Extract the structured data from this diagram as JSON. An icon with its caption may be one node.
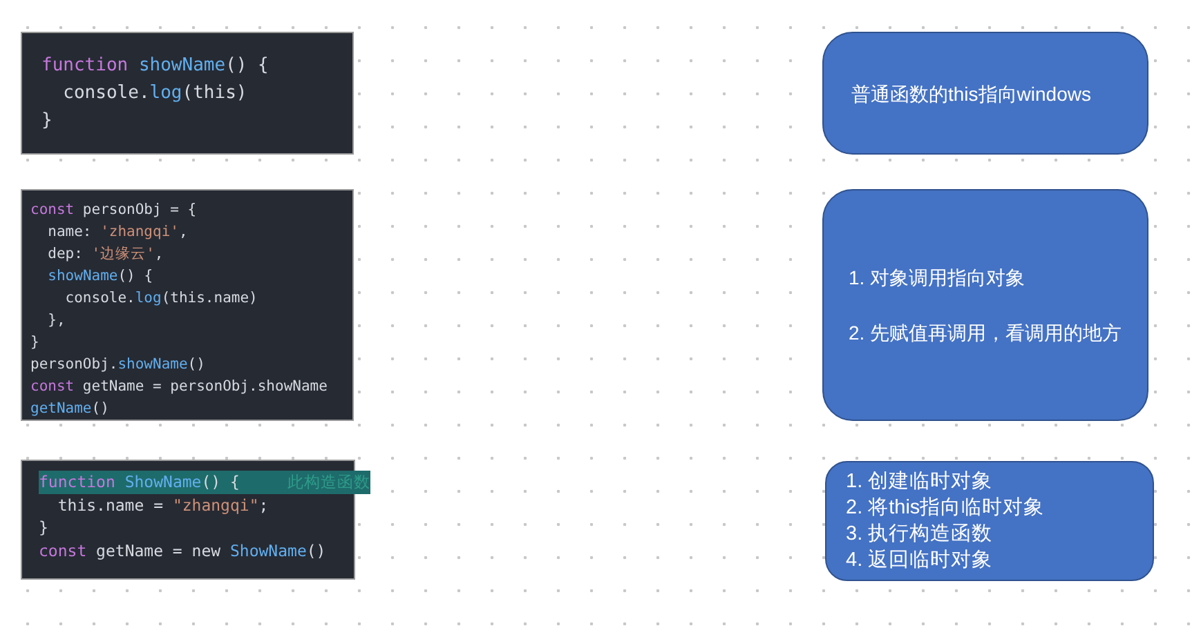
{
  "diagram": {
    "nodes": [
      {
        "text": [
          "function showName() {",
          "  console.log(this)",
          "}"
        ]
      },
      {
        "text": [
          "普通函数的this指向windows"
        ]
      },
      {
        "text": [
          "const personObj = {",
          "  name: 'zhangqi',",
          "  dep: '边缘云',",
          "  showName() {",
          "    console.log(this.name)",
          "  },",
          "}",
          "personObj.showName()",
          "const getName = personObj.showName",
          "getName()"
        ]
      },
      {
        "text": [
          "1.  对象调用指向对象",
          "2.  先赋值再调用，看调用的地方"
        ]
      },
      {
        "text": [
          "function ShowName() {     此构造函数",
          "  this.name = \"zhangqi\";",
          "}",
          "const getName = new ShowName()"
        ]
      },
      {
        "text": [
          "1.  创建临时对象",
          "2.  将this指向临时对象",
          "3.  执行构造函数",
          "4.  返回临时对象"
        ]
      }
    ]
  }
}
